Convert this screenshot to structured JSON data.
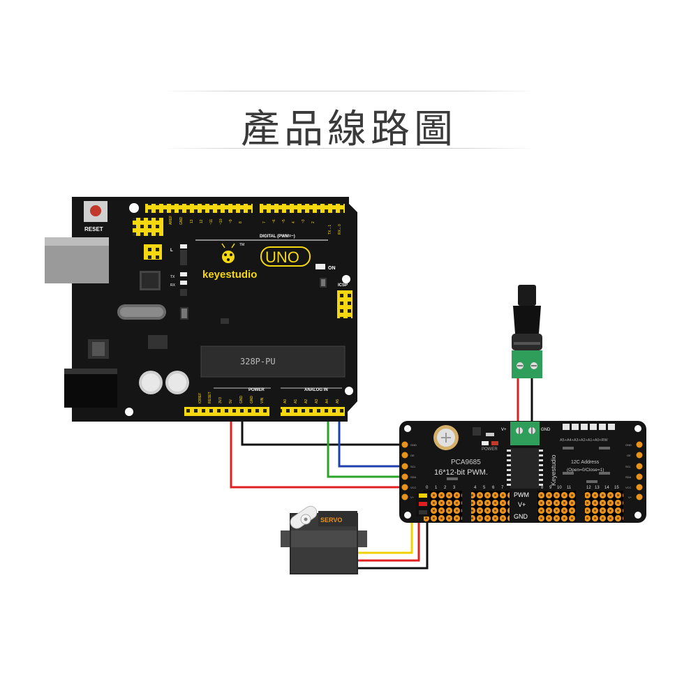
{
  "page": {
    "title": "產品線路圖"
  },
  "uno": {
    "reset": "RESET",
    "brand": "keyestudio",
    "model": "UNO",
    "chip": "328P-PU",
    "led_l": "L",
    "led_tx": "TX",
    "led_rx": "RX",
    "on": "ON",
    "icsp": "ICSP",
    "digital": "DIGITAL (PWM=~)",
    "power": "POWER",
    "analog": "ANALOG IN",
    "tm": "TM"
  },
  "pwm_board": {
    "chip": "PCA9685",
    "desc": "16*12-bit PWM.",
    "brand": "Keyestudio",
    "addr_bits": "A5+A4+A3+A2+A1+A0+RW",
    "addr_title": "12C Address",
    "addr_note": "(Open=0/Close=1)",
    "power_led": "POWER",
    "terminal_vplus": "V+",
    "terminal_gnd": "GND",
    "row_pwm": "PWM",
    "row_vplus": "V+",
    "row_gnd": "GND",
    "channels_a": [
      "0",
      "1",
      "2",
      "3"
    ],
    "channels_b": [
      "4",
      "5",
      "6",
      "7"
    ],
    "channels_c": [
      "8",
      "9",
      "10",
      "11"
    ],
    "channels_d": [
      "12",
      "13",
      "14",
      "15"
    ]
  },
  "servo": {
    "label": "SERVO"
  },
  "colors": {
    "board": "#151515",
    "header": "#f5d80f",
    "pin_orange": "#e8921c",
    "wire_red": "#e02020",
    "wire_black": "#111111",
    "wire_green": "#2aa52a",
    "wire_blue": "#1f3fb0",
    "wire_yellow": "#f0d000",
    "terminal_green": "#2e9e5a"
  }
}
